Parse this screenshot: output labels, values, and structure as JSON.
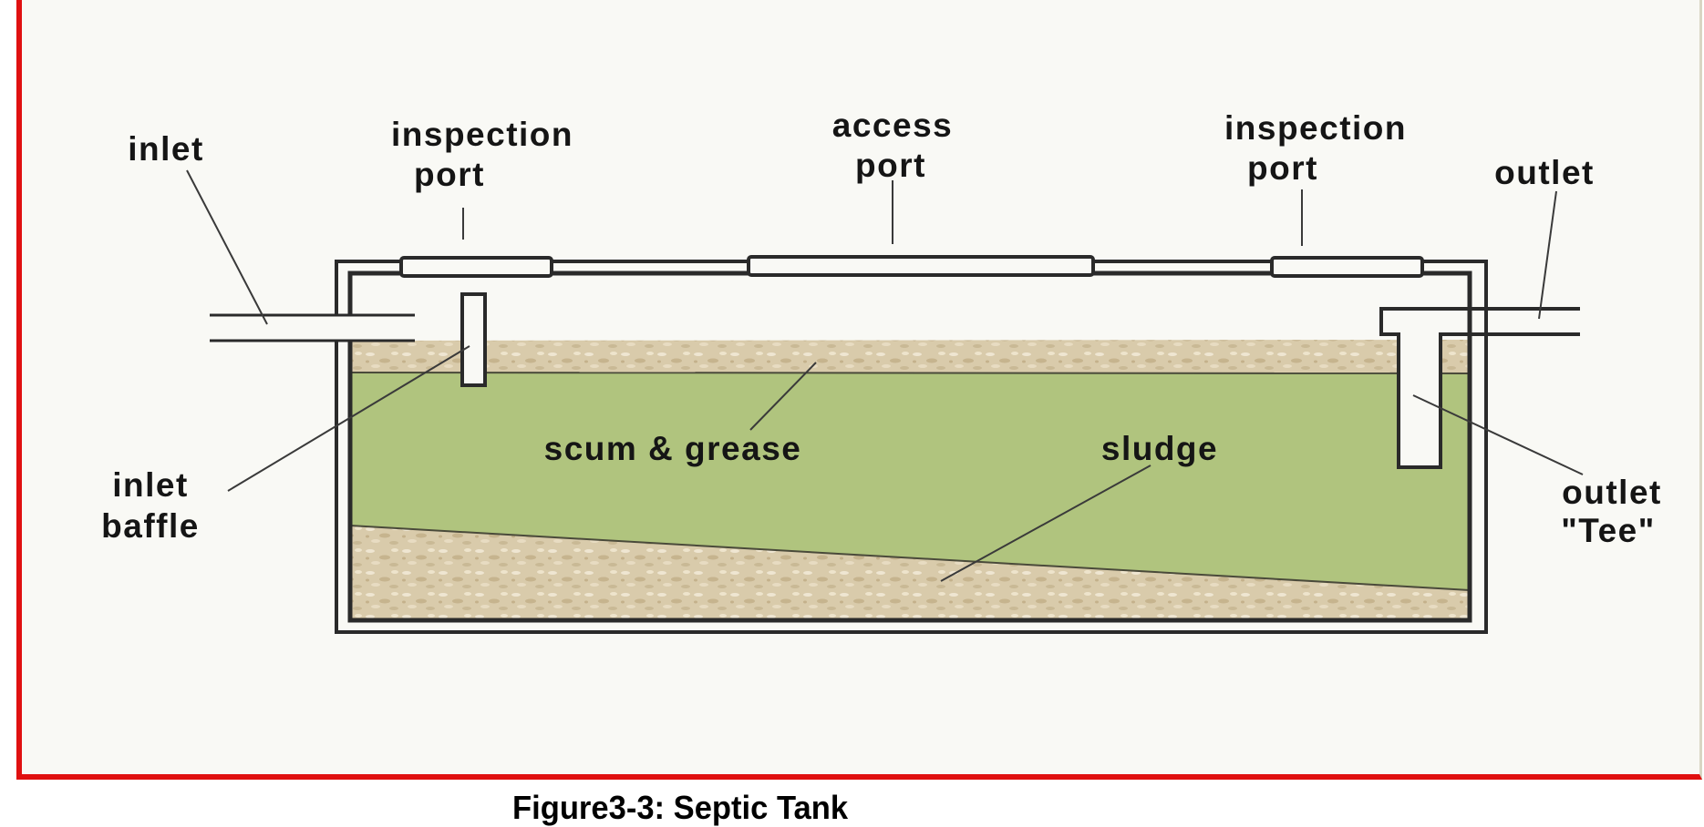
{
  "figure": {
    "caption": "Figure3-3: Septic Tank",
    "colors": {
      "frame_border": "#e01010",
      "background": "#f9f9f5",
      "liquid": "#b0c47e",
      "scum_sludge": "#d9cbab",
      "outline": "#2a2a2a"
    }
  },
  "labels": {
    "inlet": "inlet",
    "inspection_port_left_1": "inspection",
    "inspection_port_left_2": "port",
    "access_port_1": "access",
    "access_port_2": "port",
    "inspection_port_right_1": "inspection",
    "inspection_port_right_2": "port",
    "outlet": "outlet",
    "inlet_baffle_1": "inlet",
    "inlet_baffle_2": "baffle",
    "scum_grease": "scum & grease",
    "sludge": "sludge",
    "outlet_tee_1": "outlet",
    "outlet_tee_2": "\"Tee\""
  }
}
